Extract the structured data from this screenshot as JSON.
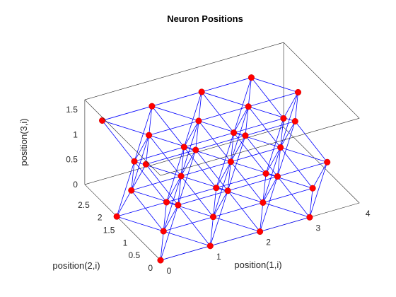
{
  "window": {
    "figure_background": "#ffffff"
  },
  "chart_data": {
    "type": "scatter",
    "style": "3d neuron layout with neighbor links",
    "title": "Neuron Positions",
    "xlabel": "position(1,i)",
    "ylabel": "position(2,i)",
    "zlabel": "position(3,i)",
    "xlim": [
      0,
      4
    ],
    "ylim": [
      0,
      3
    ],
    "zlim": [
      0,
      1.7
    ],
    "xticks": [
      "0",
      "1",
      "2",
      "3",
      "4"
    ],
    "yticks": [
      "0",
      "0.5",
      "1",
      "1.5",
      "2",
      "2.5"
    ],
    "zticks": [
      "0",
      "0.5",
      "1",
      "1.5"
    ],
    "grid": "off",
    "box": "on",
    "marker_color": "#ff0000",
    "line_color": "#0000ff",
    "points": [
      [
        0.0,
        0.0,
        0.0
      ],
      [
        1.0,
        0.0,
        0.0
      ],
      [
        2.0,
        0.0,
        0.0
      ],
      [
        3.0,
        0.0,
        0.0
      ],
      [
        0.5,
        0.866,
        0.0
      ],
      [
        1.5,
        0.866,
        0.0
      ],
      [
        2.5,
        0.866,
        0.0
      ],
      [
        3.5,
        0.866,
        0.0
      ],
      [
        0.0,
        1.732,
        0.0
      ],
      [
        1.0,
        1.732,
        0.0
      ],
      [
        2.0,
        1.732,
        0.0
      ],
      [
        3.0,
        1.732,
        0.0
      ],
      [
        0.5,
        0.289,
        0.816
      ],
      [
        1.5,
        0.289,
        0.816
      ],
      [
        2.5,
        0.289,
        0.816
      ],
      [
        3.5,
        0.289,
        0.816
      ],
      [
        0.0,
        1.155,
        0.816
      ],
      [
        1.0,
        1.155,
        0.816
      ],
      [
        2.0,
        1.155,
        0.816
      ],
      [
        3.0,
        1.155,
        0.816
      ],
      [
        0.5,
        2.021,
        0.816
      ],
      [
        1.5,
        2.021,
        0.816
      ],
      [
        2.5,
        2.021,
        0.816
      ],
      [
        3.5,
        2.021,
        0.816
      ],
      [
        0.0,
        0.577,
        1.633
      ],
      [
        1.0,
        0.577,
        1.633
      ],
      [
        2.0,
        0.577,
        1.633
      ],
      [
        3.0,
        0.577,
        1.633
      ],
      [
        0.5,
        1.443,
        1.633
      ],
      [
        1.5,
        1.443,
        1.633
      ],
      [
        2.5,
        1.443,
        1.633
      ],
      [
        3.5,
        1.443,
        1.633
      ],
      [
        0.0,
        2.309,
        1.633
      ],
      [
        1.0,
        2.309,
        1.633
      ],
      [
        2.0,
        2.309,
        1.633
      ],
      [
        3.0,
        2.309,
        1.633
      ]
    ]
  }
}
